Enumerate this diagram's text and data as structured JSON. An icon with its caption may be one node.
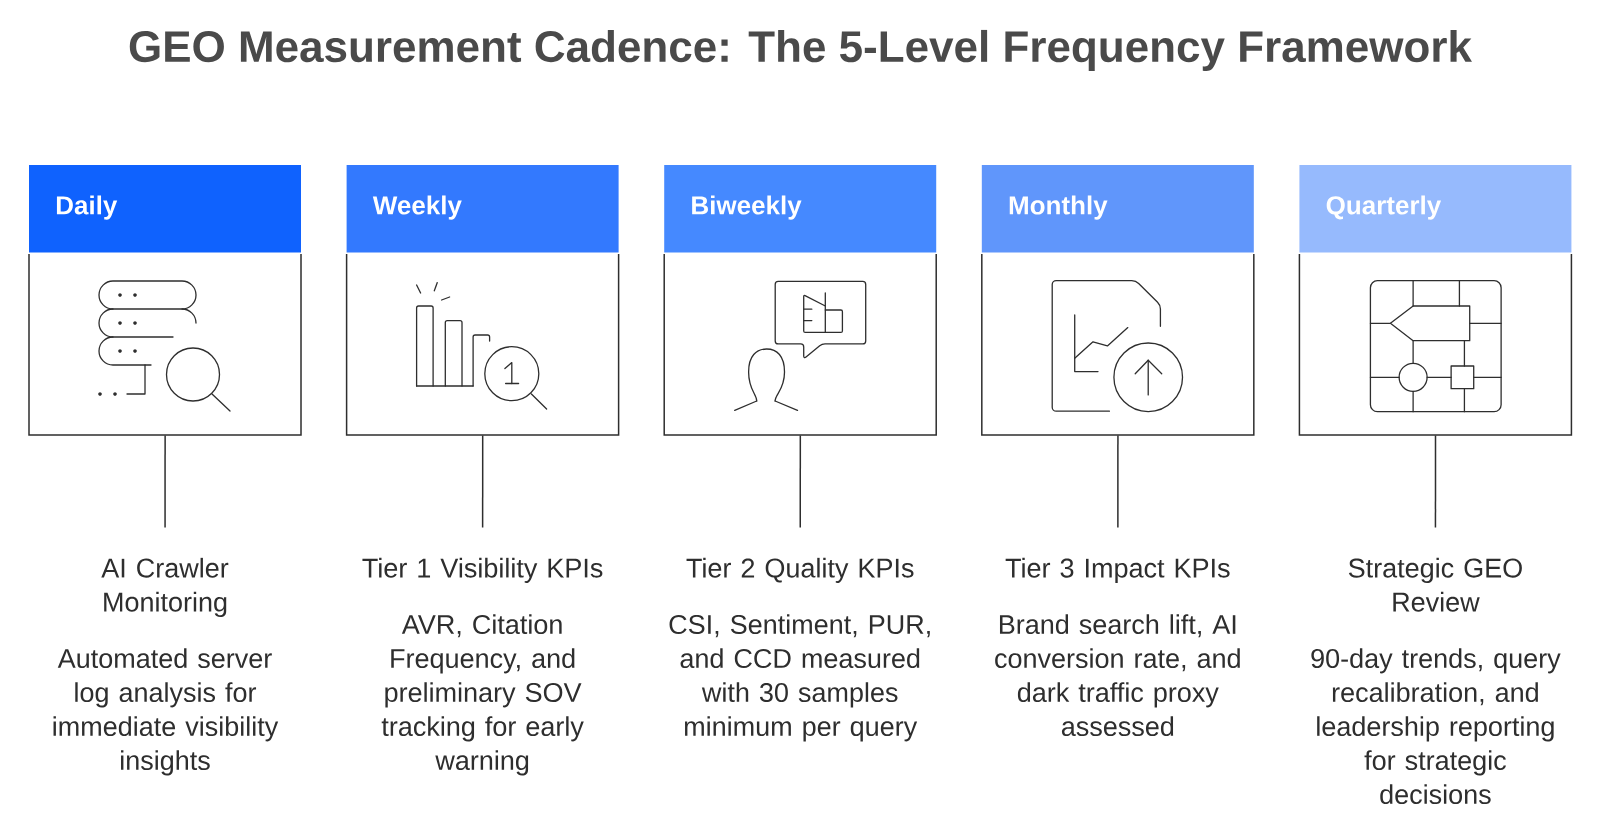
{
  "diagram": {
    "title": "GEO Measurement Cadence: The 5-Level Frequency Framework",
    "nodes": [
      {
        "text": [
          "Daily"
        ]
      },
      {
        "text": [
          "Weekly"
        ]
      },
      {
        "text": [
          "Biweekly"
        ]
      },
      {
        "text": [
          "Monthly"
        ]
      },
      {
        "text": [
          "Quarterly"
        ]
      },
      {
        "text": [
          "AI Crawler Monitoring",
          "Automated server log analysis for immediate visibility insights"
        ]
      },
      {
        "text": [
          "Tier 1 Visibility KPIs",
          "AVR, Citation Frequency, and preliminary SOV tracking for early warning"
        ]
      },
      {
        "text": [
          "Tier 2 Quality KPIs",
          "CSI, Sentiment, PUR, and CCD measured with 30 samples minimum per query"
        ]
      },
      {
        "text": [
          "Tier 3 Impact KPIs",
          "Brand search lift, AI conversion rate, and dark traffic proxy assessed"
        ]
      },
      {
        "text": [
          "Strategic GEO Review",
          "90-day trends, query recalibration, and leadership reporting for strategic decisions"
        ]
      }
    ],
    "edges": [
      {
        "from": 0,
        "to": 5,
        "arrow": "none"
      },
      {
        "from": 1,
        "to": 6,
        "arrow": "none"
      },
      {
        "from": 2,
        "to": 7,
        "arrow": "none"
      },
      {
        "from": 3,
        "to": 8,
        "arrow": "none"
      },
      {
        "from": 4,
        "to": 9,
        "arrow": "none"
      }
    ]
  }
}
